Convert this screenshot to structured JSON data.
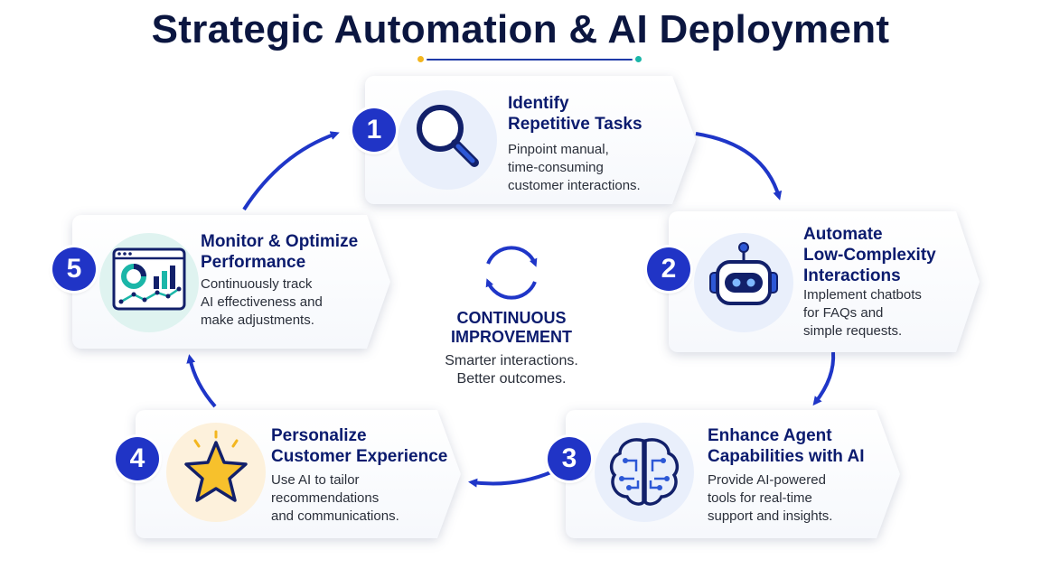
{
  "title": "Strategic Automation & AI Deployment",
  "colors": {
    "accent": "#2034c6",
    "navy": "#0b1b6e",
    "gold": "#f3b61f",
    "teal": "#1bb6a8"
  },
  "steps": [
    {
      "number": "1",
      "title": [
        "Identify",
        "Repetitive Tasks"
      ],
      "desc": [
        "Pinpoint manual,",
        "time-consuming",
        "customer interactions."
      ],
      "icon": "magnifier-icon"
    },
    {
      "number": "2",
      "title": [
        "Automate",
        "Low-Complexity",
        "Interactions"
      ],
      "desc": [
        "Implement chatbots",
        "for FAQs and",
        "simple requests."
      ],
      "icon": "robot-icon"
    },
    {
      "number": "3",
      "title": [
        "Enhance Agent",
        "Capabilities with AI"
      ],
      "desc": [
        "Provide AI-powered",
        "tools for real-time",
        "support and insights."
      ],
      "icon": "brain-circuit-icon"
    },
    {
      "number": "4",
      "title": [
        "Personalize",
        "Customer Experience"
      ],
      "desc": [
        "Use AI to tailor",
        "recommendations",
        "and communications."
      ],
      "icon": "star-icon"
    },
    {
      "number": "5",
      "title": [
        "Monitor & Optimize",
        "Performance"
      ],
      "desc": [
        "Continuously track",
        "AI effectiveness and",
        "make adjustments."
      ],
      "icon": "dashboard-chart-icon"
    }
  ],
  "center": {
    "title": [
      "CONTINUOUS",
      "IMPROVEMENT"
    ],
    "subtitle": [
      "Smarter interactions.",
      "Better outcomes."
    ],
    "icon": "cycle-arrows-icon"
  }
}
